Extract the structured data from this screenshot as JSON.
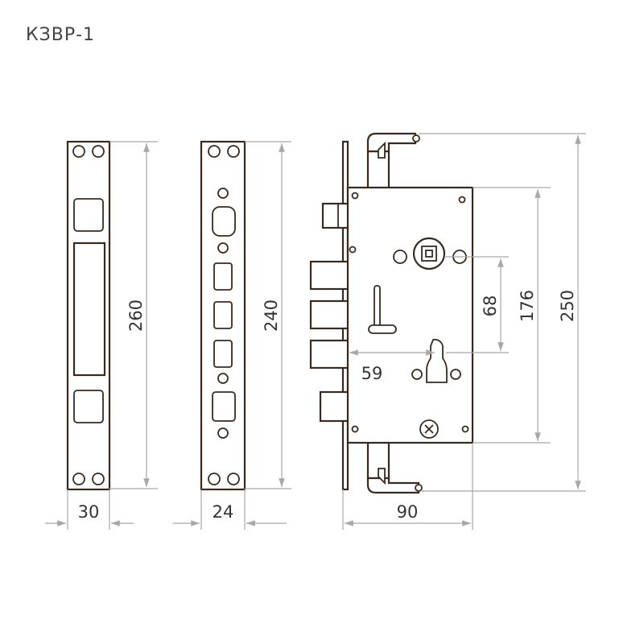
{
  "title": "КЗВР-1",
  "dimensions": {
    "faceplate_height": "260",
    "faceplate_width": "30",
    "strike_height": "240",
    "strike_width": "24",
    "body_height": "176",
    "spindle_to_cylinder": "68",
    "backset": "59",
    "depth": "90",
    "total_height": "250"
  }
}
